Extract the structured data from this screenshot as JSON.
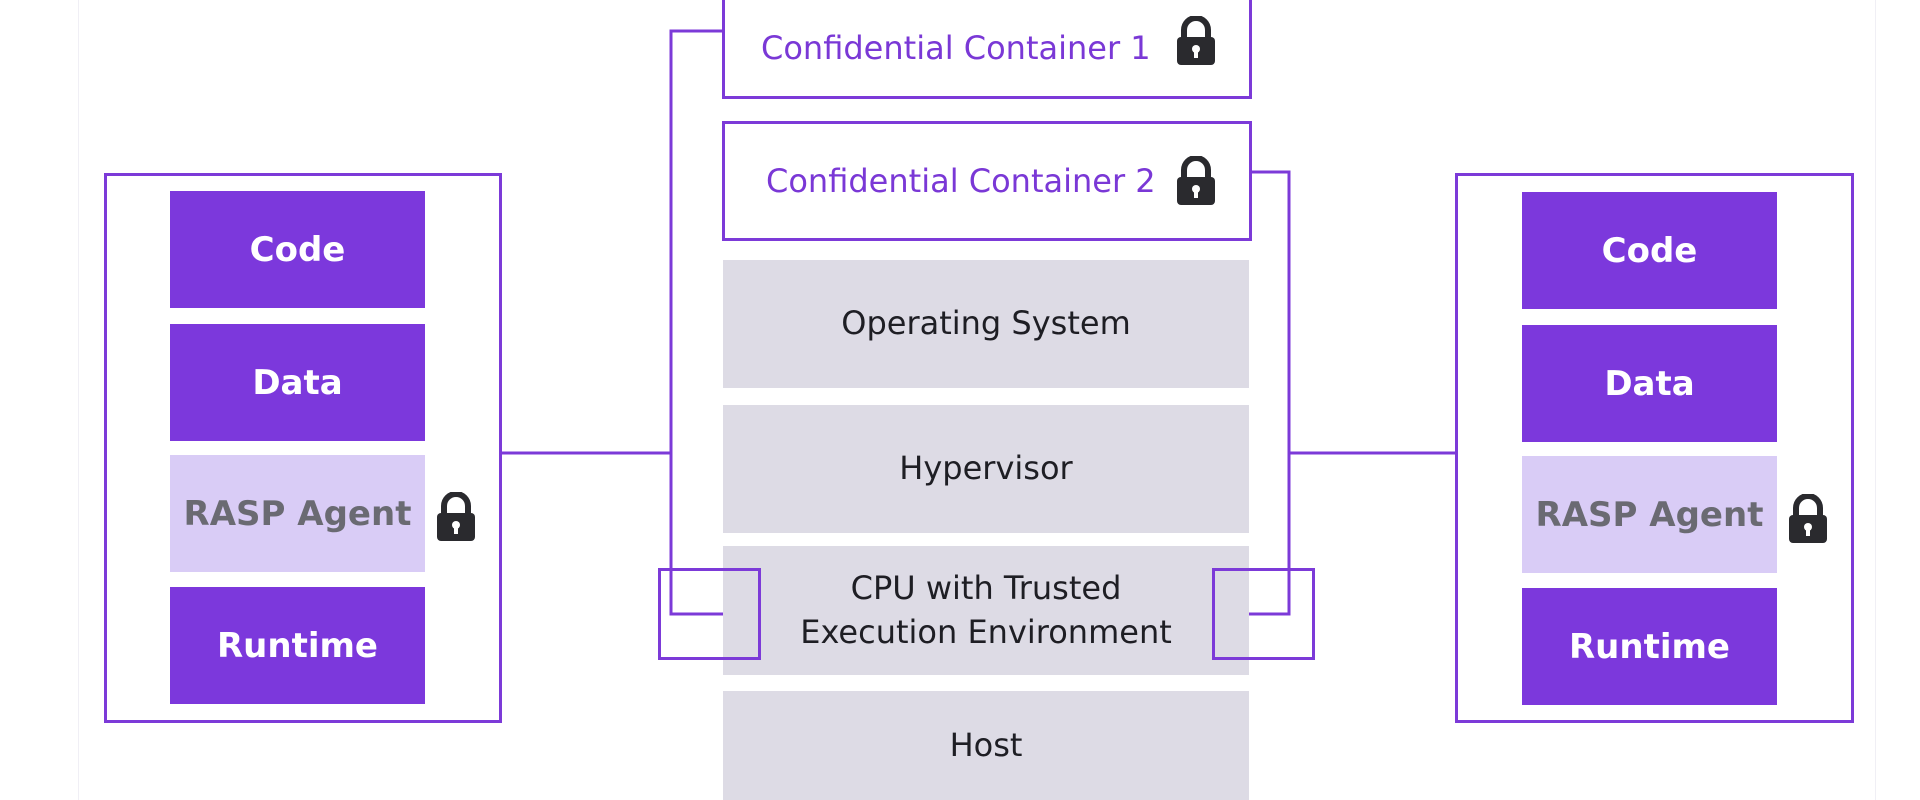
{
  "diagram": {
    "containers": [
      {
        "label": "Confidential Container 1",
        "icon": "lock-icon"
      },
      {
        "label": "Confidential Container 2",
        "icon": "lock-icon"
      }
    ],
    "layers": [
      {
        "label": "Operating System"
      },
      {
        "label": "Hypervisor"
      },
      {
        "label": "CPU with Trusted\nExecution Environment"
      },
      {
        "label": "Host"
      }
    ],
    "left_stack": {
      "blocks": [
        {
          "label": "Code"
        },
        {
          "label": "Data"
        },
        {
          "label": "RASP Agent",
          "icon": "lock-icon"
        },
        {
          "label": "Runtime"
        }
      ]
    },
    "right_stack": {
      "blocks": [
        {
          "label": "Code"
        },
        {
          "label": "Data"
        },
        {
          "label": "RASP Agent",
          "icon": "lock-icon"
        },
        {
          "label": "Runtime"
        }
      ]
    },
    "colors": {
      "accent": "#7c38dc",
      "rasp_fill": "#d9ccf6",
      "layer_fill": "#dddbe5",
      "container_text": "#7a38d6",
      "lock": "#2a2a2e"
    }
  }
}
